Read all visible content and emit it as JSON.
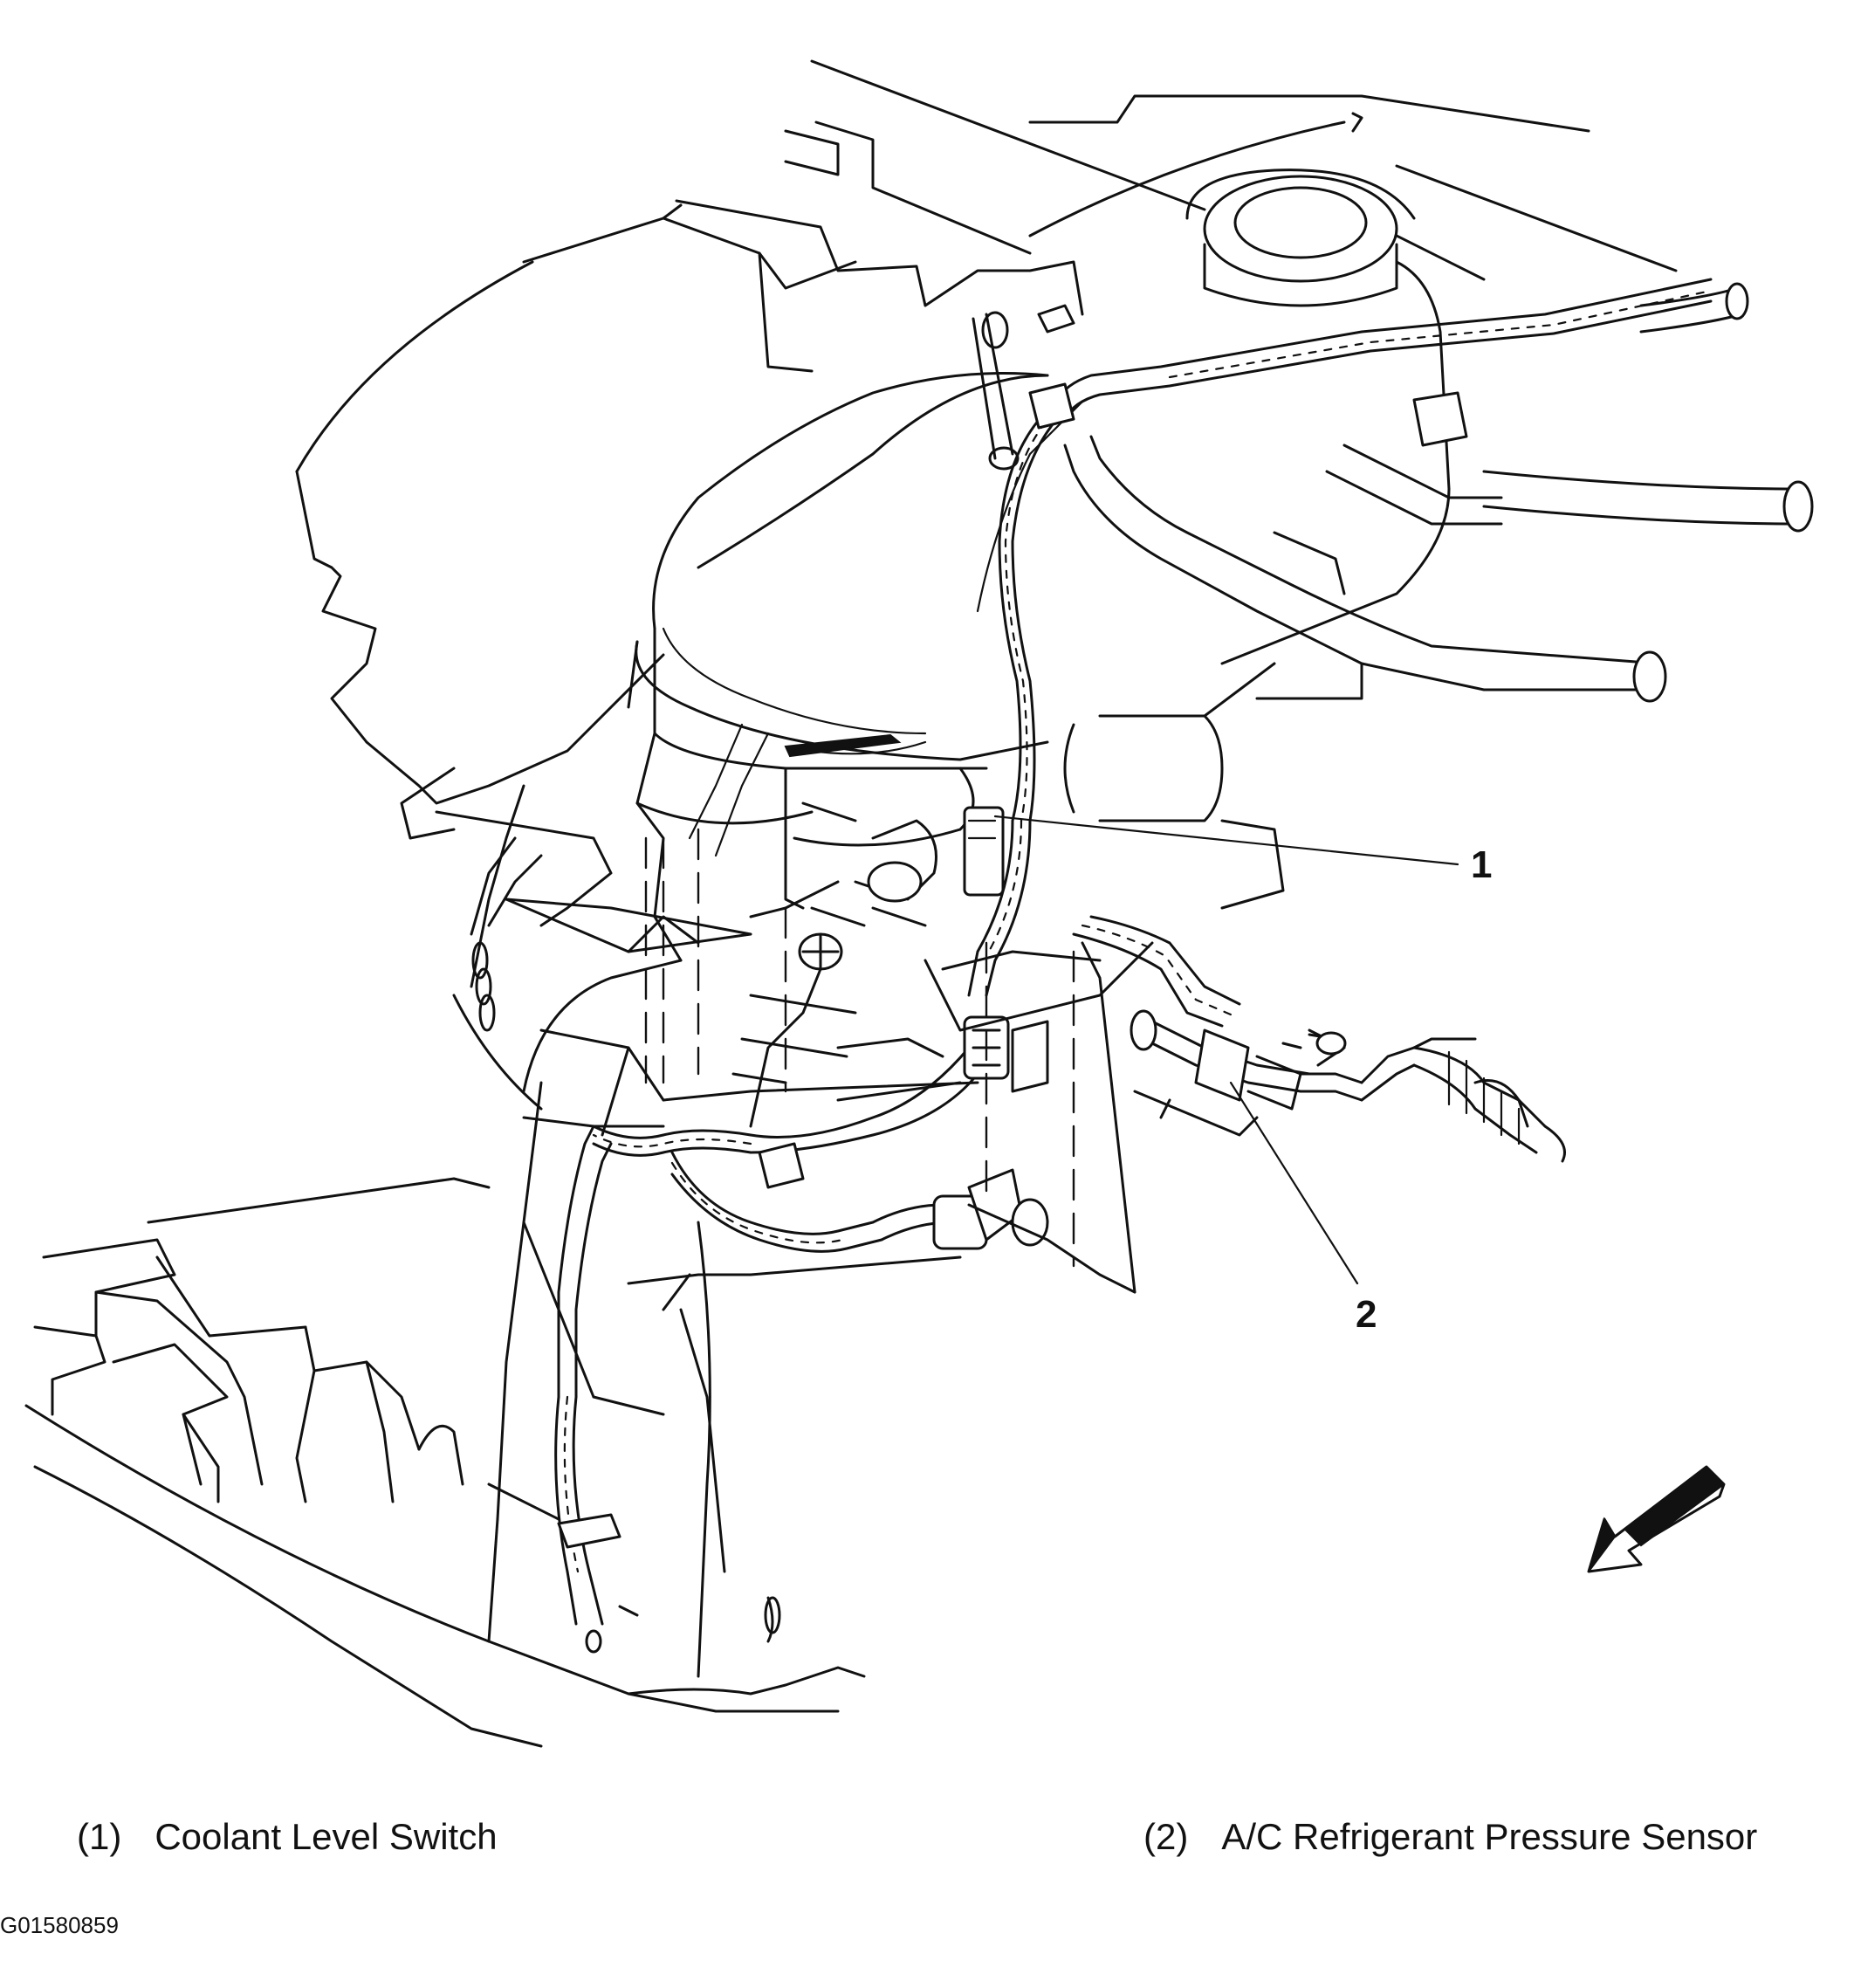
{
  "callouts": [
    {
      "number": "1",
      "legend_number": "(1)",
      "label": "Coolant Level Switch"
    },
    {
      "number": "2",
      "legend_number": "(2)",
      "label": "A/C Refrigerant Pressure Sensor"
    }
  ],
  "figure_id": "G01580859",
  "icons": {
    "direction_arrow": "front-direction-arrow-icon"
  }
}
